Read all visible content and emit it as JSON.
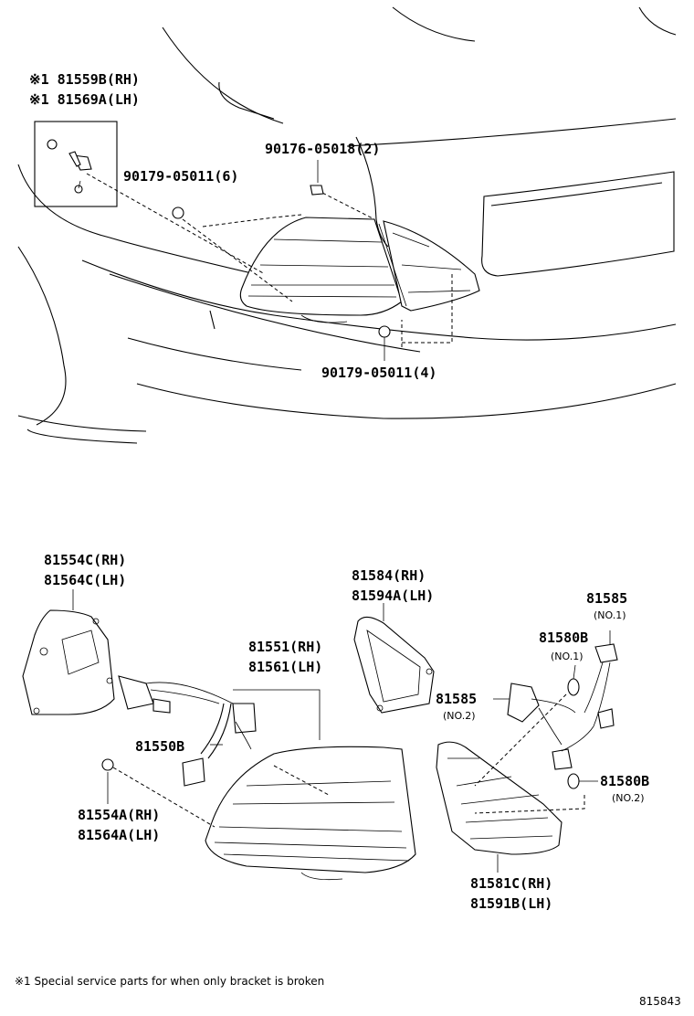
{
  "labels": {
    "bracket_rh": "※1 81559B(RH)",
    "bracket_lh": "※1 81569A(LH)",
    "nut_top": "90176-05018(2)",
    "nut_left": "90179-05011(6)",
    "nut_bottom": "90179-05011(4)",
    "gasket_rh": "81554C(RH)",
    "gasket_lh": "81564C(LH)",
    "socket": "81550B",
    "cushion_rh": "81554A(RH)",
    "cushion_lh": "81564A(LH)",
    "lamp_rh": "81551(RH)",
    "lamp_lh": "81561(LH)",
    "inner_gasket_rh": "81584(RH)",
    "inner_gasket_lh": "81594A(LH)",
    "socket_no1": "81585",
    "socket_no1_sub": "(NO.1)",
    "bulb_no1": "81580B",
    "bulb_no1_sub": "(NO.1)",
    "socket_no2": "81585",
    "socket_no2_sub": "(NO.2)",
    "bulb_no2": "81580B",
    "bulb_no2_sub": "(NO.2)",
    "inner_lamp_rh": "81581C(RH)",
    "inner_lamp_lh": "81591B(LH)"
  },
  "footnote": "※1 Special service parts for when only bracket is broken",
  "figure_id": "815843"
}
